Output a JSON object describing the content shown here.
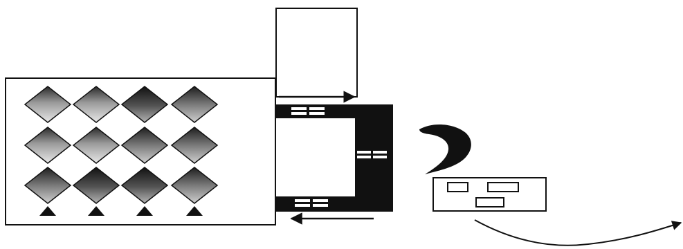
{
  "diagram": {
    "diamond_grid": {
      "rows": 3,
      "columns": 4,
      "cells": [
        {
          "shade": "light"
        },
        {
          "shade": "light"
        },
        {
          "shade": "dark"
        },
        {
          "shade": "mid"
        },
        {
          "shade": "light"
        },
        {
          "shade": "light"
        },
        {
          "shade": "mid"
        },
        {
          "shade": "mid"
        },
        {
          "shade": "mid"
        },
        {
          "shade": "dark"
        },
        {
          "shade": "dark"
        },
        {
          "shade": "mid"
        }
      ],
      "base_triangle_count": 4
    },
    "arrows": [
      {
        "direction": "right",
        "position": "under-top-box"
      },
      {
        "direction": "left",
        "position": "under-bracket"
      }
    ],
    "bracket_label_count": 3,
    "module_box_count": 3,
    "colors": {
      "ink": "#111111",
      "gradient_light": "#c8c8c8",
      "gradient_dark": "#1a1a1a",
      "background": "#ffffff"
    }
  }
}
